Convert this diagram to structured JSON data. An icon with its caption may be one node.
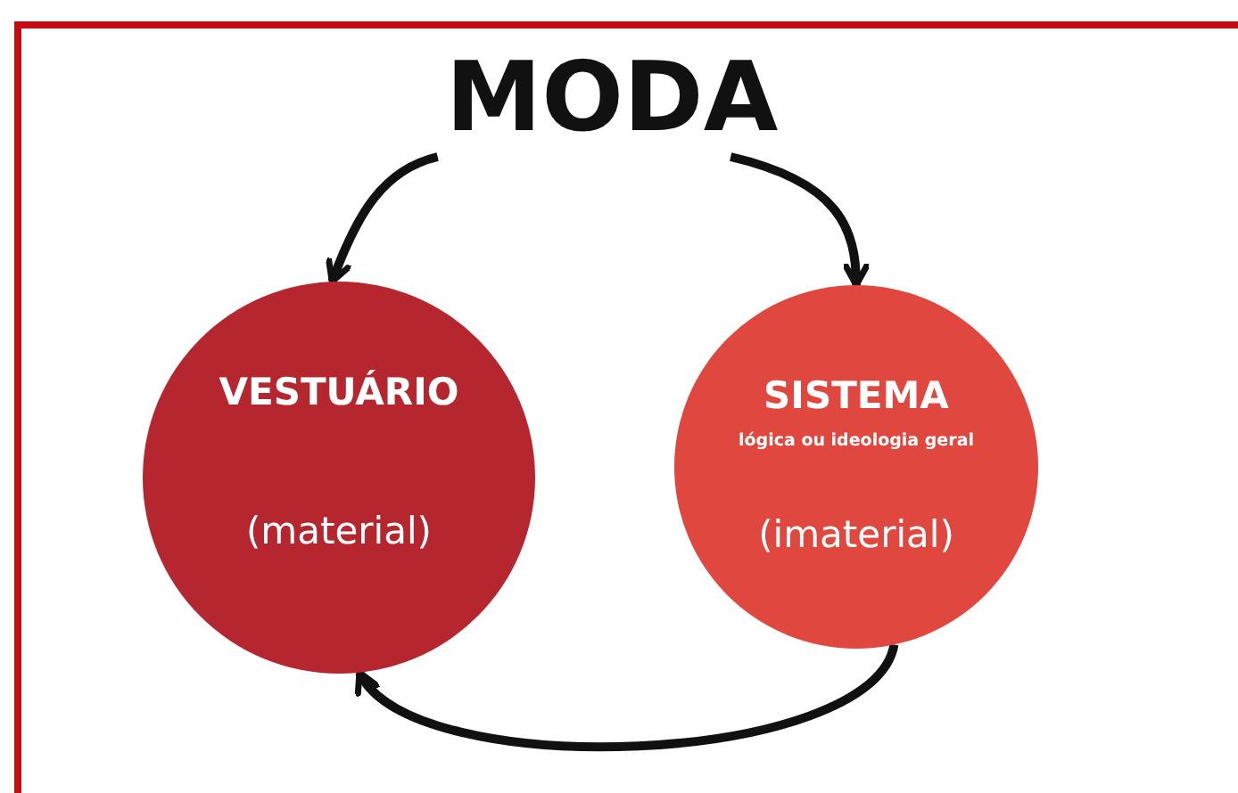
{
  "diagram": {
    "nodes": [
      {
        "text": [
          "MODA"
        ]
      },
      {
        "text": [
          "VESTUÁRIO",
          "(material)"
        ]
      },
      {
        "text": [
          "SISTEMA",
          "lógica ou ideologia geral",
          "(imaterial)"
        ]
      }
    ],
    "edges": [
      {
        "from": 0,
        "to": 1,
        "arrow": "to"
      },
      {
        "from": 0,
        "to": 2,
        "arrow": "to"
      },
      {
        "from": 2,
        "to": 1,
        "arrow": "to"
      }
    ]
  }
}
